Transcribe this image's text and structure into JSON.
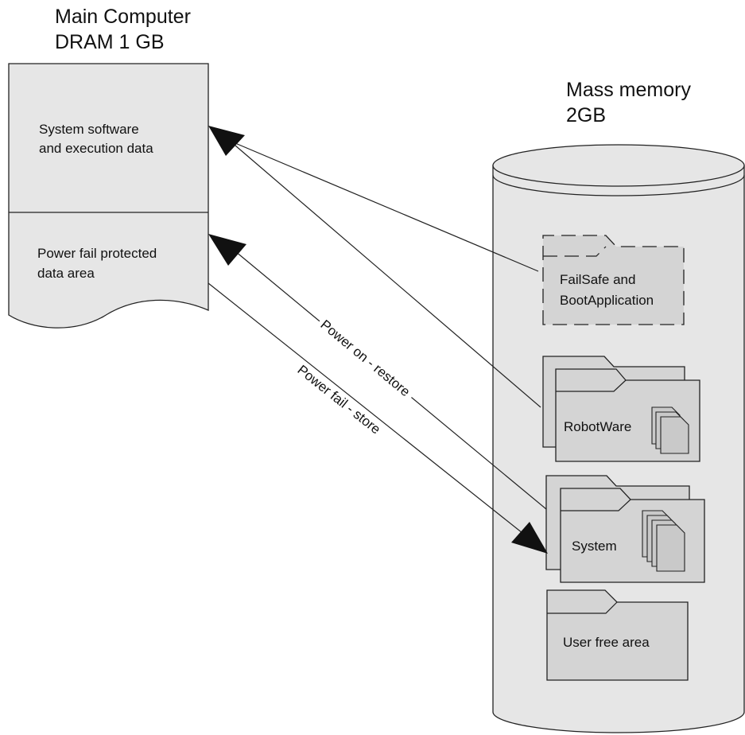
{
  "main_computer": {
    "title_line1": "Main Computer",
    "title_line2": "DRAM 1 GB",
    "section_system_line1": "System software",
    "section_system_line2": "and execution data",
    "section_power_line1": "Power fail protected",
    "section_power_line2": "data area"
  },
  "mass_memory": {
    "title_line1": "Mass memory",
    "title_line2": "2GB",
    "failsafe_line1": "FailSafe and",
    "failsafe_line2": "BootApplication",
    "robotware_label": "RobotWare",
    "system_label": "System",
    "user_free_label": "User free area"
  },
  "arrows": {
    "power_on_label": "Power on - restore",
    "power_fail_label": "Power fail - store"
  },
  "colors": {
    "fill_light": "#e6e6e6",
    "fill_folder": "#d4d4d4",
    "stroke": "#222222"
  }
}
